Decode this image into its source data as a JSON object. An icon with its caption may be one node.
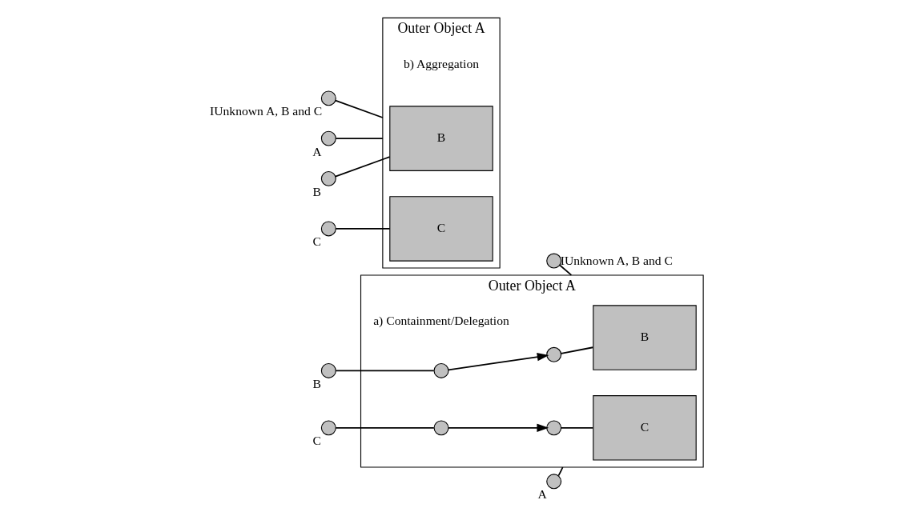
{
  "diagram": {
    "nodes": [
      {
        "text": [
          "Outer Object A"
        ],
        "beside": [
          "a) Containment/Delegation"
        ]
      },
      {
        "text": [
          "B"
        ],
        "in": 0
      },
      {
        "text": [
          "C"
        ],
        "in": 0
      },
      {
        "text": [],
        "shape": "circle",
        "beside": [
          "IUnknown A, B and C"
        ]
      },
      {
        "text": [],
        "shape": "circle",
        "beside": [
          "A"
        ]
      },
      {
        "text": [],
        "shape": "circle",
        "beside": [
          "B"
        ]
      },
      {
        "text": [],
        "shape": "circle",
        "beside": [
          "C"
        ]
      },
      {
        "text": [],
        "shape": "circle",
        "in": 0
      },
      {
        "text": [],
        "shape": "circle",
        "in": 0
      },
      {
        "text": [],
        "shape": "circle",
        "in": 0
      },
      {
        "text": [],
        "shape": "circle",
        "in": 0
      },
      {
        "text": [
          "Outer Object A"
        ],
        "beside": [
          "b) Aggregation"
        ]
      },
      {
        "text": [
          "B"
        ],
        "in": 11
      },
      {
        "text": [
          "C"
        ],
        "in": 11
      },
      {
        "text": [],
        "shape": "circle",
        "beside": [
          "IUnknown A, B and C"
        ]
      },
      {
        "text": [],
        "shape": "circle",
        "beside": [
          "A"
        ]
      },
      {
        "text": [],
        "shape": "circle",
        "beside": [
          "B"
        ]
      },
      {
        "text": [],
        "shape": "circle",
        "beside": [
          "C"
        ]
      }
    ],
    "edges": [
      {
        "from": 3,
        "to": 0,
        "arrow": "none"
      },
      {
        "from": 4,
        "to": 0,
        "arrow": "none"
      },
      {
        "from": 5,
        "to": 7,
        "arrow": "none"
      },
      {
        "from": 7,
        "to": 8,
        "arrow": "to"
      },
      {
        "from": 8,
        "to": 1,
        "arrow": "none"
      },
      {
        "from": 6,
        "to": 9,
        "arrow": "none"
      },
      {
        "from": 9,
        "to": 10,
        "arrow": "to"
      },
      {
        "from": 10,
        "to": 2,
        "arrow": "none"
      },
      {
        "from": 14,
        "to": 11,
        "arrow": "none"
      },
      {
        "from": 15,
        "to": 11,
        "arrow": "none"
      },
      {
        "from": 16,
        "to": 12,
        "arrow": "none"
      },
      {
        "from": 17,
        "to": 13,
        "arrow": "none"
      }
    ]
  }
}
